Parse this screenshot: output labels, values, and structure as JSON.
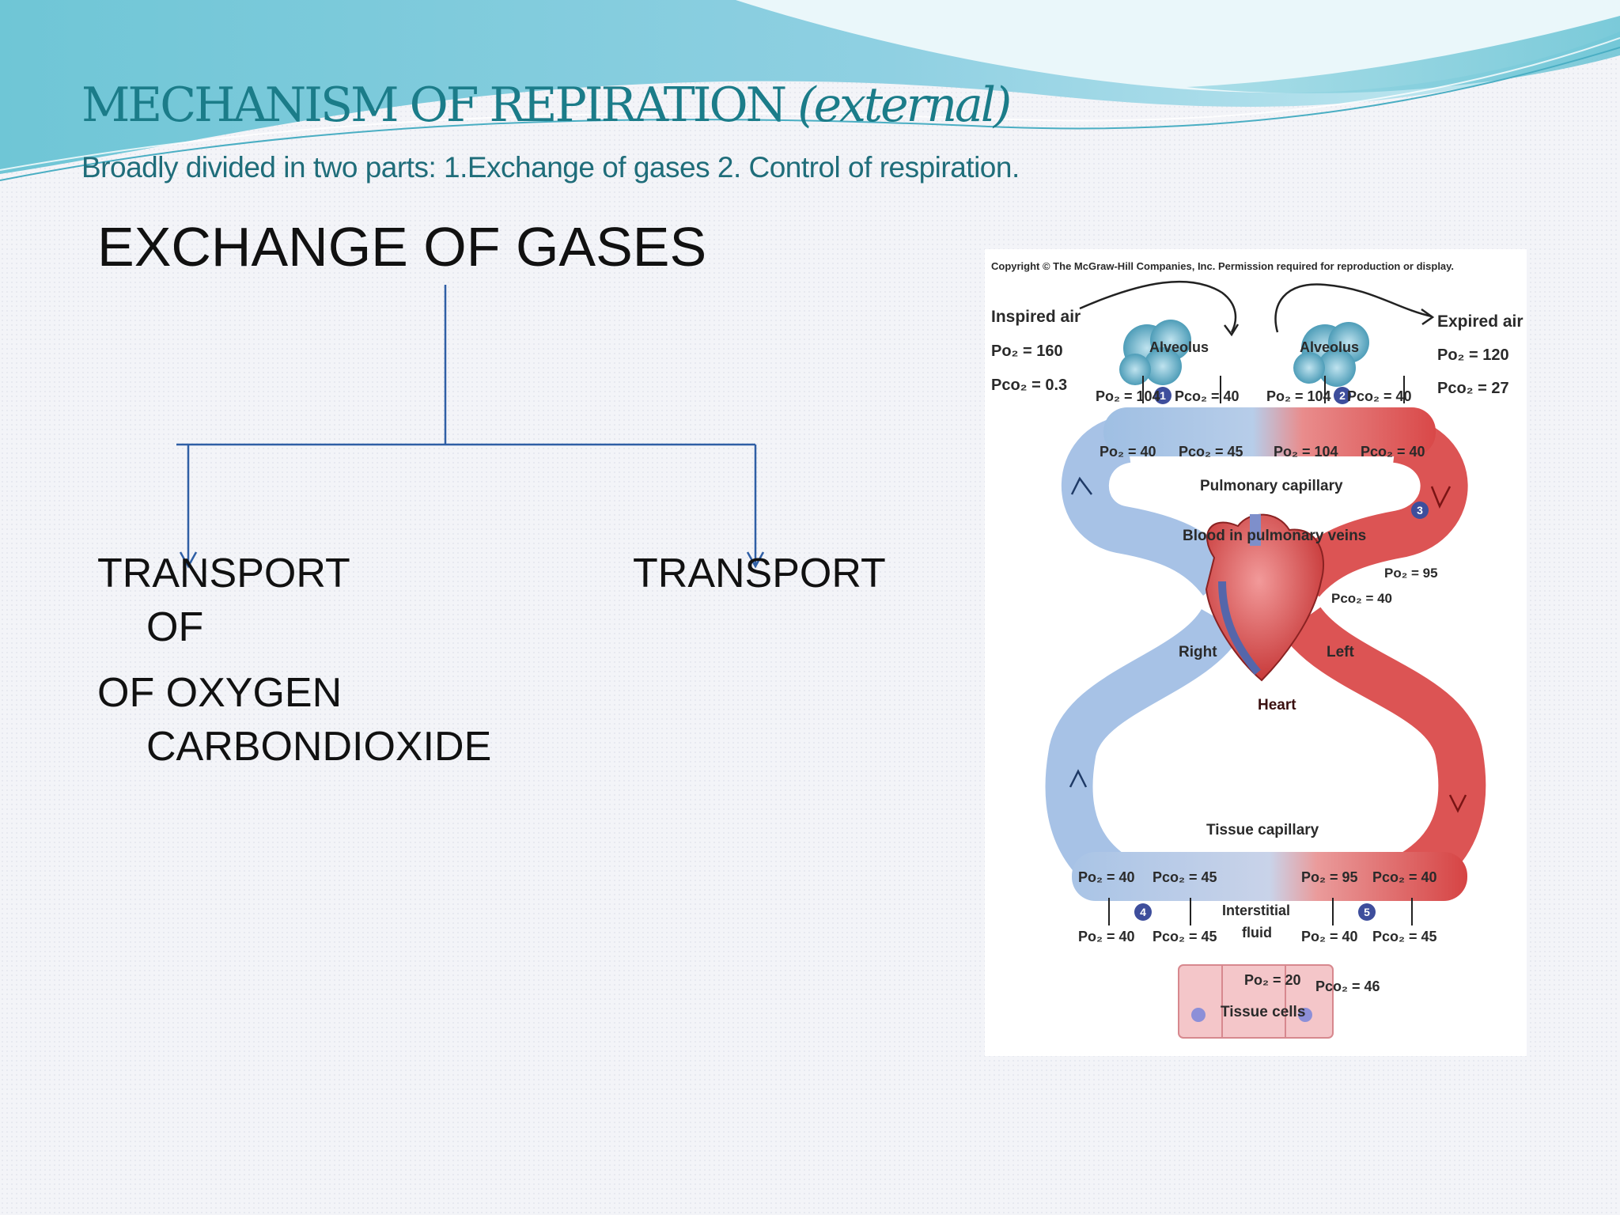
{
  "slide": {
    "title_main": "MECHANISM OF REPIRATION",
    "title_paren": "(external)",
    "subtitle": "Broadly divided in two parts: 1.Exchange of gases 2. Control of respiration.",
    "heading": "EXCHANGE OF GASES",
    "left_line1": "TRANSPORT",
    "left_line2": "OF",
    "left_line3": "OF OXYGEN",
    "left_line4": "CARBONDIOXIDE",
    "right_line1": "TRANSPORT"
  },
  "figure": {
    "copyright": "Copyright © The McGraw-Hill Companies, Inc. Permission required for reproduction or display.",
    "inspired_air": "Inspired air",
    "inspired_po2": "Po₂ = 160",
    "inspired_pco2": "Pco₂ = 0.3",
    "expired_air": "Expired air",
    "expired_po2": "Po₂ = 120",
    "expired_pco2": "Pco₂ = 27",
    "alveolus": "Alveolus",
    "alv1_po2": "Po₂ = 104",
    "alv1_pco2": "Pco₂ = 40",
    "alv2_po2": "Po₂ = 104",
    "alv2_pco2": "Pco₂ = 40",
    "pc_left_po2": "Po₂ = 40",
    "pc_left_pco2": "Pco₂ = 45",
    "pc_right_po2": "Po₂ = 104",
    "pc_right_pco2": "Pco₂ = 40",
    "pulmonary_capillary": "Pulmonary capillary",
    "pulmonary_veins": "Blood in pulmonary veins",
    "vein_po2": "Po₂ = 95",
    "vein_pco2": "Pco₂ = 40",
    "right": "Right",
    "left": "Left",
    "heart": "Heart",
    "tissue_capillary": "Tissue capillary",
    "tc_left_po2": "Po₂ = 40",
    "tc_left_pco2": "Pco₂ = 45",
    "tc_right_po2": "Po₂ = 95",
    "tc_right_pco2": "Pco₂ = 40",
    "interstitial": "Interstitial",
    "fluid": "fluid",
    "if_left_po2": "Po₂ = 40",
    "if_left_pco2": "Pco₂ = 45",
    "if_right_po2": "Po₂ = 40",
    "if_right_pco2": "Pco₂ = 45",
    "cell_po2": "Po₂ = 20",
    "cell_pco2": "Pco₂ = 46",
    "tissue_cells": "Tissue cells",
    "step1": "1",
    "step2": "2",
    "step3": "3",
    "step4": "4",
    "step5": "5"
  }
}
